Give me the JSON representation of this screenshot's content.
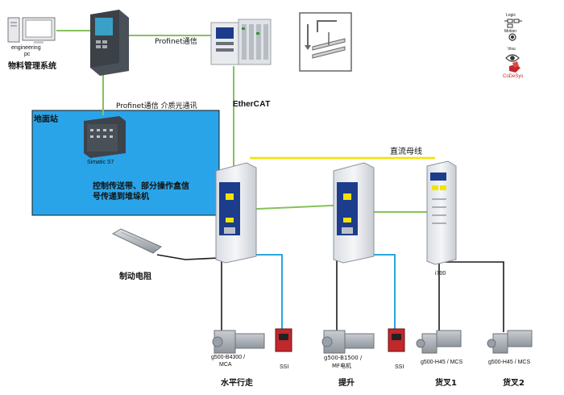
{
  "colors": {
    "profinet_line": "#86c15a",
    "dc_bus_line": "#f0e400",
    "ssi_line": "#2aa6df",
    "station_fill": "#2aa4e8",
    "drive_blue": "#1d3c8c",
    "codesys_red": "#c0282c"
  },
  "engineering_pc": {
    "label_line1": "engineering",
    "label_line2": "pc"
  },
  "material_system": {
    "label": "物料管理系统"
  },
  "profinet_top": {
    "label": "Profinet通信"
  },
  "profinet_vertical": {
    "label": "Profinet通信 介质光通讯"
  },
  "ethercat": {
    "label_prefix": "Ether",
    "label_suffix": "CAT"
  },
  "ground_station": {
    "title": "地面站",
    "plc_label": "Simatic S7",
    "desc_line1": "控制传送带、部分操作盒信",
    "desc_line2": "号传递到堆垛机"
  },
  "dc_bus": {
    "label": "直流母线"
  },
  "brake_resistor": {
    "label": "制动电阻"
  },
  "i700": {
    "label": "i700"
  },
  "motors": {
    "m1": {
      "line1": "g500-B4300 /",
      "line2": "MCA"
    },
    "m2": {
      "line1": "g500-B1500 /",
      "line2": "MF电机"
    },
    "m3": {
      "label": "g500-H45 / MCS"
    },
    "m4": {
      "label": "g500-H45 / MCS"
    }
  },
  "ssi1": {
    "label": "SSI"
  },
  "ssi2": {
    "label": "SSI"
  },
  "axis_labels": {
    "horizontal": "水平行走",
    "lift": "提升",
    "fork1": "货叉1",
    "fork2": "货叉2"
  },
  "legend": {
    "logic": "Logic",
    "motion": "Motion",
    "visu": "Visu",
    "codesys": "CoDeSys"
  }
}
